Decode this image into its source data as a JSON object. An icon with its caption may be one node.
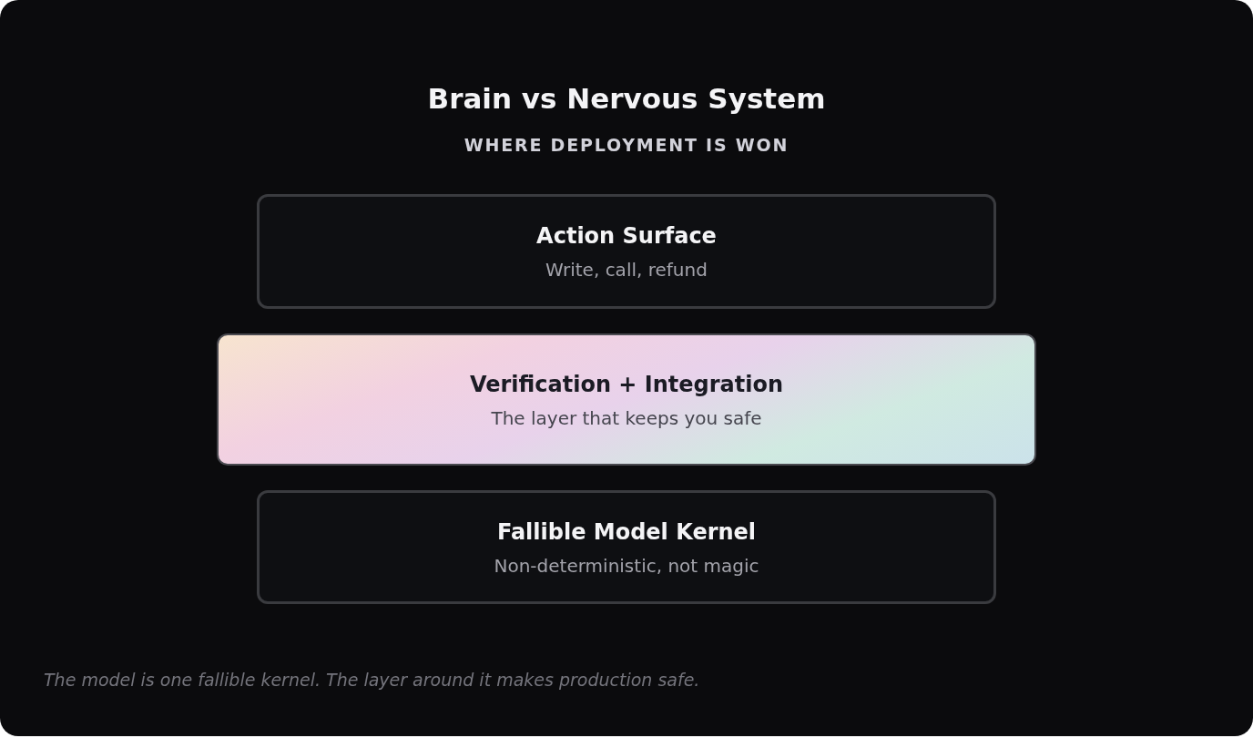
{
  "diagram": {
    "title": "Brain vs Nervous System",
    "caption": "The model is one fallible kernel. The layer around it makes production safe.",
    "nodes": [
      {
        "text": [
          "Action Surface",
          "Write, call, refund"
        ]
      },
      {
        "text": [
          "Verification + Integration",
          "The layer that keeps you safe"
        ]
      },
      {
        "text": [
          "Fallible Model Kernel",
          "Non-deterministic, not magic"
        ]
      }
    ],
    "labels": [
      "WHERE DEPLOYMENT IS WON"
    ]
  }
}
